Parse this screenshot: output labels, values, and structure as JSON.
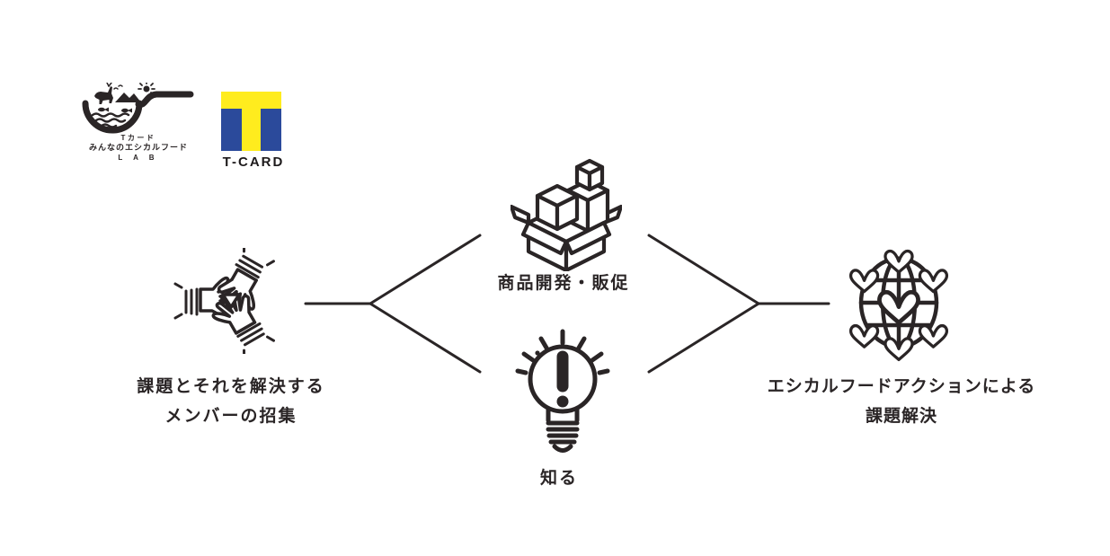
{
  "colors": {
    "background": "#ffffff",
    "ink": "#2a2526",
    "tcard_yellow": "#FFEC1E",
    "tcard_blue": "#2B4A9B"
  },
  "logos": {
    "lab": {
      "icon": "frying-pan-nature-icon",
      "line1": "Tカード",
      "line2": "みんなのエシカルフード",
      "line3": "L A B"
    },
    "tcard": {
      "icon": "t-mark-icon",
      "label": "T-CARD"
    }
  },
  "nodes": {
    "recruit": {
      "icon": "joined-hands-icon",
      "line1": "課題とそれを解決する",
      "line2": "メンバーの招集"
    },
    "develop": {
      "icon": "open-box-icon",
      "label": "商品開発・販促"
    },
    "know": {
      "icon": "lightbulb-exclamation-icon",
      "label": "知る"
    },
    "solve": {
      "icon": "globe-hearts-icon",
      "line1": "エシカルフードアクションによる",
      "line2": "課題解決"
    }
  },
  "flow": {
    "edges": [
      {
        "from": "recruit",
        "to": "develop"
      },
      {
        "from": "recruit",
        "to": "know"
      },
      {
        "from": "develop",
        "to": "solve"
      },
      {
        "from": "know",
        "to": "solve"
      }
    ]
  }
}
